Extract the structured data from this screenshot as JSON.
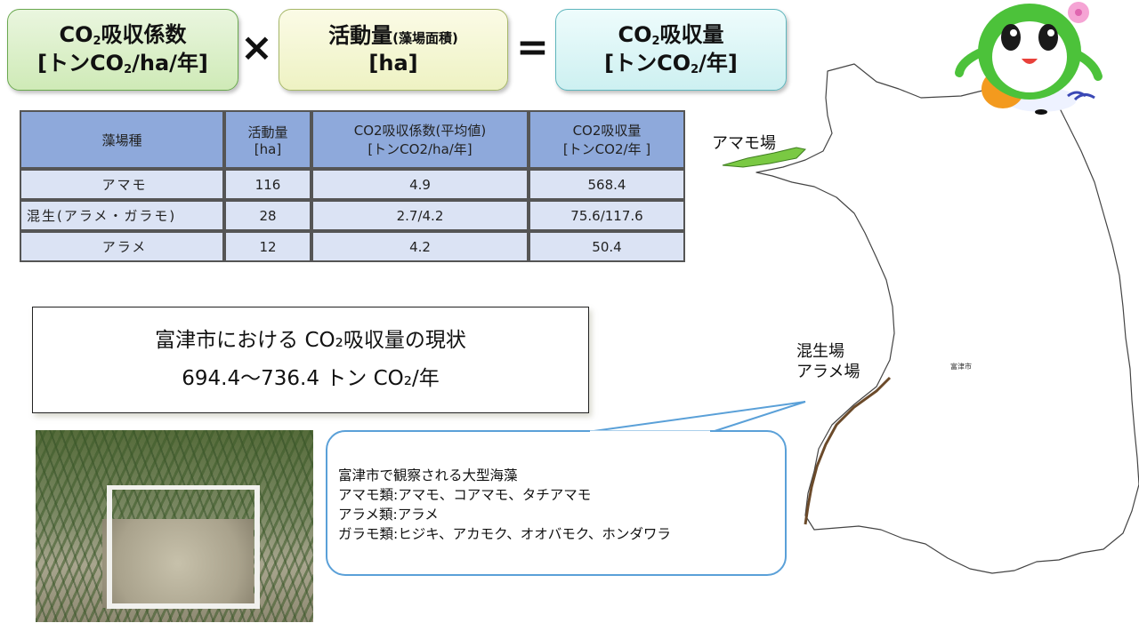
{
  "formula": {
    "coefficient": {
      "line1_main": "CO",
      "line1_sub": "2",
      "line1_rest": "吸収係数",
      "line2_pre": "[トンCO",
      "line2_sub": "2",
      "line2_post": "/ha/年]"
    },
    "multiply": "×",
    "activity": {
      "line1_main": "活動量",
      "line1_small": "(藻場面積)",
      "line2": "[ha]"
    },
    "equals": "=",
    "absorption": {
      "line1_main": "CO",
      "line1_sub": "2",
      "line1_rest": "吸収量",
      "line2_pre": "[トンCO",
      "line2_sub": "2",
      "line2_post": "/年]"
    }
  },
  "table": {
    "headers": [
      {
        "line1": "藻場種",
        "line2": ""
      },
      {
        "line1": "活動量",
        "line2": "[ha]"
      },
      {
        "line1": "CO2吸収係数(平均値)",
        "line2": "[トンCO2/ha/年]"
      },
      {
        "line1": "CO2吸収量",
        "line2": "[トンCO2/年 ]"
      }
    ],
    "rows": [
      [
        "アマモ",
        "116",
        "4.9",
        "568.4"
      ],
      [
        "混生(アラメ・ガラモ)",
        "28",
        "2.7/4.2",
        "75.6/117.6"
      ],
      [
        "アラメ",
        "12",
        "4.2",
        "50.4"
      ]
    ]
  },
  "status": {
    "line1": "富津市における CO₂吸収量の現状",
    "line2": "694.4〜736.4 トン CO₂/年"
  },
  "callout": {
    "lines": [
      "富津市で観察される大型海藻",
      "アマモ類:アマモ、コアマモ、タチアマモ",
      "アラメ類:アラメ",
      "ガラモ類:ヒジキ、アカモク、オオバモク、ホンダワラ"
    ]
  },
  "map": {
    "label_amamo": "アマモ場",
    "label_mixed_line1": "混生場",
    "label_mixed_line2": "アラメ場",
    "city_name": "富津市",
    "seagrass_color": "#7ac943",
    "coast_color": "#6b4a2a"
  },
  "colors": {
    "table_header": "#8ea9db",
    "table_cell": "#dbe3f4",
    "callout_border": "#5aa0d8"
  }
}
